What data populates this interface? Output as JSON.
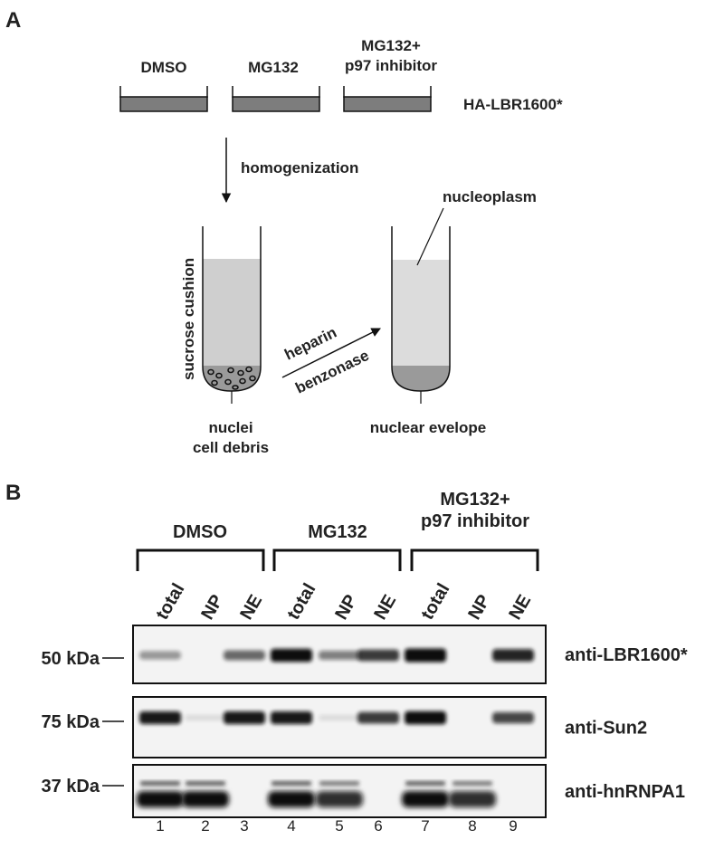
{
  "panel_a": {
    "letter": "A",
    "conditions": [
      "DMSO",
      "MG132",
      "MG132+",
      "p97 inhibitor"
    ],
    "construct": "HA-LBR1600*",
    "step1": "homogenization",
    "tube1_label": "sucrose cushion",
    "tube1_bottom": [
      "nuclei",
      "cell debris"
    ],
    "arrow_top": "heparin",
    "arrow_bottom": "benzonase",
    "tube2_top": "nucleoplasm",
    "tube2_bottom": "nuclear evelope"
  },
  "panel_b": {
    "letter": "B",
    "groups": [
      "DMSO",
      "MG132",
      "MG132+",
      "p97 inhibitor"
    ],
    "lane_headers": [
      "total",
      "NP",
      "NE",
      "total",
      "NP",
      "NE",
      "total",
      "NP",
      "NE"
    ],
    "lane_numbers": [
      "1",
      "2",
      "3",
      "4",
      "5",
      "6",
      "7",
      "8",
      "9"
    ],
    "blots": [
      {
        "marker": "50 kDa",
        "antibody": "anti-LBR1600*",
        "band_intensity": [
          0.35,
          0,
          0.55,
          0.95,
          0.45,
          0.75,
          1.0,
          0,
          0.85
        ]
      },
      {
        "marker": "75 kDa",
        "antibody": "anti-Sun2",
        "band_intensity": [
          0.9,
          0.05,
          0.9,
          0.9,
          0.05,
          0.75,
          0.95,
          0,
          0.7
        ]
      },
      {
        "marker": "37 kDa",
        "antibody": "anti-hnRNPA1",
        "band_intensity": [
          1.0,
          1.0,
          0,
          1.0,
          0.85,
          0,
          1.0,
          0.85,
          0
        ]
      }
    ]
  }
}
